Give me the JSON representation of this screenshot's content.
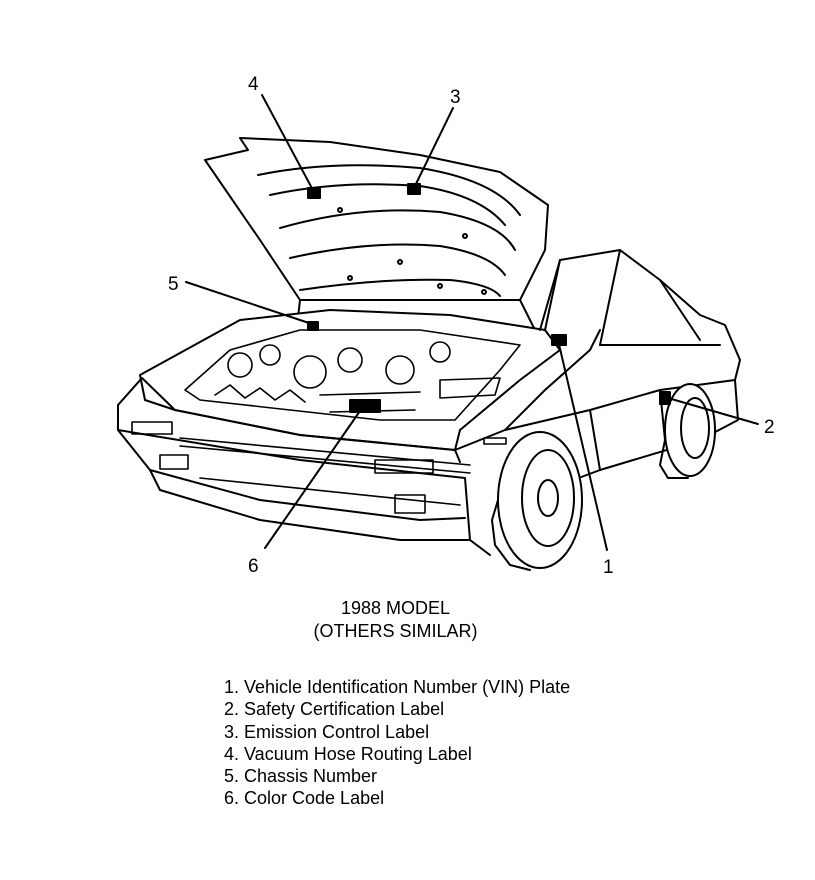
{
  "callouts": [
    {
      "number": "1",
      "label": "Vehicle Identification Number (VIN) Plate"
    },
    {
      "number": "2",
      "label": "Safety Certification Label"
    },
    {
      "number": "3",
      "label": "Emission Control Label"
    },
    {
      "number": "4",
      "label": "Vacuum Hose Routing Label"
    },
    {
      "number": "5",
      "label": "Chassis Number"
    },
    {
      "number": "6",
      "label": "Color Code Label"
    }
  ],
  "caption": {
    "line1": "1988 MODEL",
    "line2": "(OTHERS SIMILAR)"
  },
  "legend": [
    "1. Vehicle Identification Number (VIN) Plate",
    "2. Safety Certification Label",
    "3. Emission Control Label",
    "4. Vacuum Hose Routing Label",
    "5. Chassis Number",
    "6. Color Code Label"
  ]
}
